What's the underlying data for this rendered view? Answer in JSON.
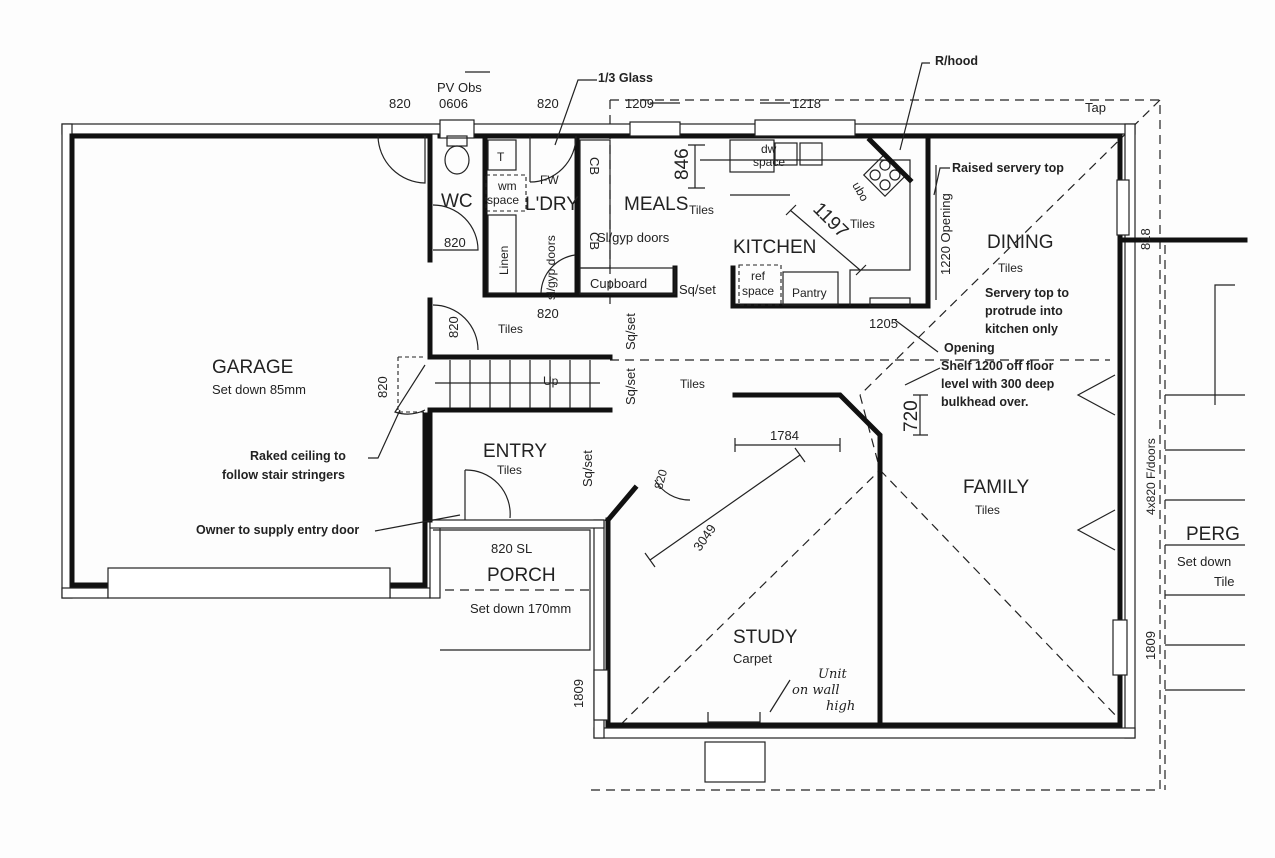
{
  "rooms": {
    "garage": {
      "name": "GARAGE",
      "note": "Set down 85mm"
    },
    "wc": {
      "name": "WC"
    },
    "laundry": {
      "name": "L'DRY"
    },
    "meals": {
      "name": "MEALS",
      "floor": "Tiles"
    },
    "kitchen": {
      "name": "KITCHEN",
      "floor": "Tiles"
    },
    "dining": {
      "name": "DINING",
      "floor": "Tiles"
    },
    "family": {
      "name": "FAMILY",
      "floor": "Tiles"
    },
    "entry": {
      "name": "ENTRY",
      "floor": "Tiles"
    },
    "porch": {
      "name": "PORCH",
      "door": "820 SL",
      "note": "Set down 170mm"
    },
    "study": {
      "name": "STUDY",
      "floor": "Carpet"
    },
    "pergola": {
      "name": "PERG",
      "note": "Set down",
      "floor": "Tile"
    },
    "hall": {
      "floor": "Tiles"
    },
    "stair_hall": {
      "floor": "Tiles"
    }
  },
  "fixtures": {
    "tub": "T",
    "wm": "wm",
    "wm_space": "space",
    "linen": "Linen",
    "fw": "FW",
    "cb_top": "CB",
    "cb_bottom": "CB",
    "meals_doors": "Sl/gyp doors",
    "ldry_doors": "sl/gyp doors",
    "cupboard": "Cupboard",
    "dw": "dw",
    "dw_space": "space",
    "ref": "ref",
    "ref_space": "space",
    "pantry": "Pantry",
    "ubo": "ubo",
    "stairs_up": "Up"
  },
  "dimensions": {
    "garage_door_top": "820",
    "pv_obs": "PV Obs",
    "pv_size": "0606",
    "ldry_door": "820",
    "win_1209": "1209",
    "win_1218": "1218",
    "d846": "846",
    "d1197": "1197",
    "opening_1220": "1220 Opening",
    "d1205": "1205",
    "wc_door": "820",
    "hall_door": "820",
    "hall_820": "820",
    "garage_side_door": "820",
    "d720": "720",
    "d1784": "1784",
    "d3049": "3049",
    "study_door": "820",
    "study_1809": "1809",
    "family_1809": "1809",
    "fdoors": "4x820 F/doors",
    "win_818": "818",
    "sqset_cupboard": "Sq/set",
    "sqset_1": "Sq/set",
    "sqset_2": "Sq/set",
    "sqset_entry": "Sq/set"
  },
  "annotations": {
    "glass": "1/3 Glass",
    "rhood": "R/hood",
    "tap": "Tap",
    "raised_servery": "Raised servery top",
    "servery_1": "Servery top to",
    "servery_2": "protrude into",
    "servery_3": "kitchen only",
    "opening": "Opening",
    "shelf_1": "Shelf 1200 off floor",
    "shelf_2": "level with 300 deep",
    "shelf_3": "bulkhead over.",
    "raked_1": "Raked ceiling to",
    "raked_2": "follow stair stringers",
    "owner_door": "Owner to supply entry door",
    "hand_1": "Unit",
    "hand_2": "on wall",
    "hand_3": "high"
  }
}
